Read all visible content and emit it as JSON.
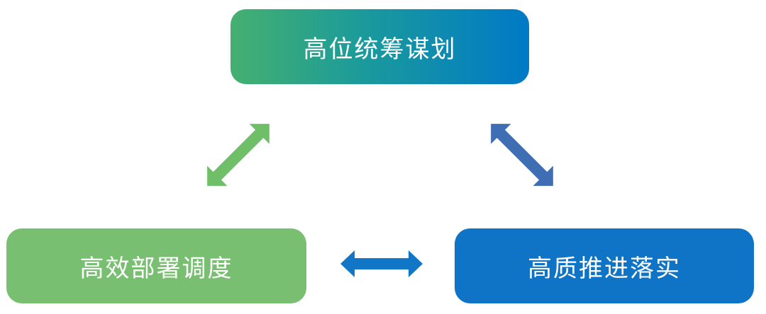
{
  "nodes": {
    "top": {
      "label": "高位统筹谋划",
      "color_start": "#45b06f",
      "color_end": "#0079c7"
    },
    "left": {
      "label": "高效部署调度",
      "color": "#79bf71"
    },
    "right": {
      "label": "高质推进落实",
      "color": "#0f73c6"
    }
  },
  "arrows": {
    "top_left": {
      "color": "#6fbf69"
    },
    "top_right": {
      "color": "#3f6eb5"
    },
    "left_right": {
      "color": "#1276c7"
    }
  }
}
